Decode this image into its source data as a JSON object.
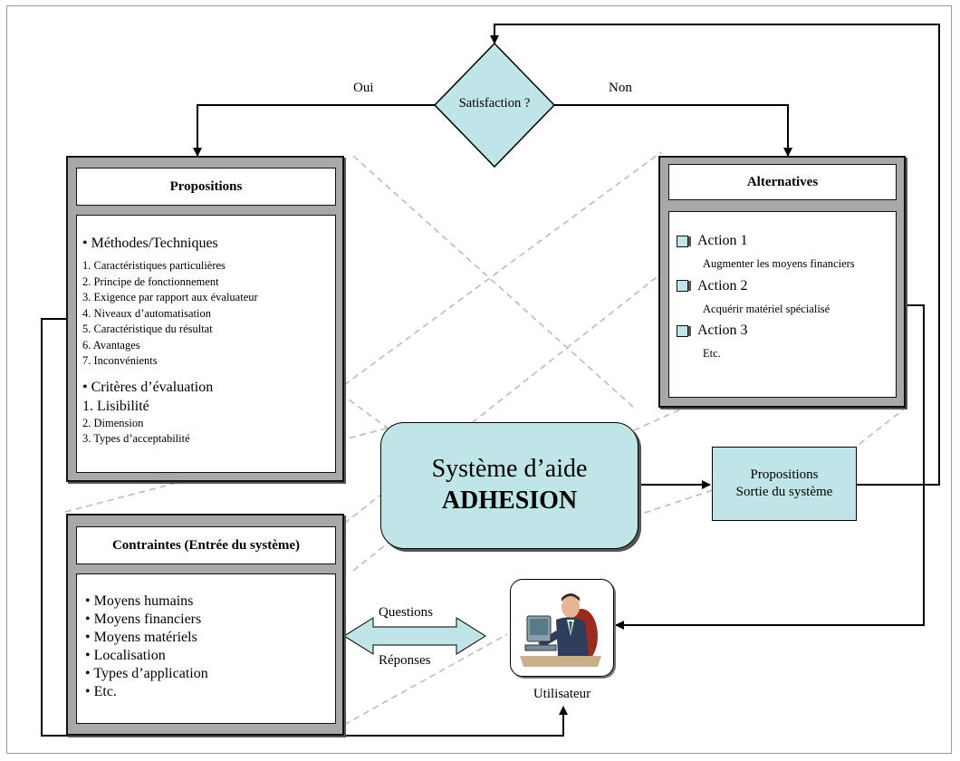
{
  "decision": {
    "label": "Satisfaction ?",
    "yes": "Oui",
    "no": "Non"
  },
  "propositions": {
    "title": "Propositions",
    "methods_heading": "• Méthodes/Techniques",
    "methods": [
      "1. Caractéristiques particulières",
      "2. Principe de fonctionnement",
      "3. Exigence par rapport aux évaluateur",
      "4. Niveaux d’automatisation",
      "5. Caractéristique du résultat",
      "6. Avantages",
      "7. Inconvénients"
    ],
    "criteria_heading": "• Critères d’évaluation",
    "criteria_first": "1. Lisibilité",
    "criteria": [
      "2. Dimension",
      "3. Types d’acceptabilité"
    ]
  },
  "alternatives": {
    "title": "Alternatives",
    "actions": [
      {
        "label": "Action 1",
        "detail": "Augmenter les moyens financiers"
      },
      {
        "label": "Action 2",
        "detail": "Acquérir matériel spécialisé"
      },
      {
        "label": "Action 3",
        "detail": "Etc."
      }
    ]
  },
  "system": {
    "line1": "Système d’aide",
    "line2": "ADHESION"
  },
  "output": {
    "line1": "Propositions",
    "line2": "Sortie du système"
  },
  "constraints": {
    "title": "Contraintes (Entrée du système)",
    "items": [
      "• Moyens humains",
      "• Moyens financiers",
      "• Moyens matériels",
      "• Localisation",
      "• Types d’application",
      "• Etc."
    ]
  },
  "exchange": {
    "top": "Questions",
    "bottom": "Réponses"
  },
  "user": {
    "label": "Utilisateur"
  },
  "colors": {
    "accent": "#bfe5e6",
    "panel": "#a8a8a8",
    "dashed": "#b8b8b8"
  }
}
